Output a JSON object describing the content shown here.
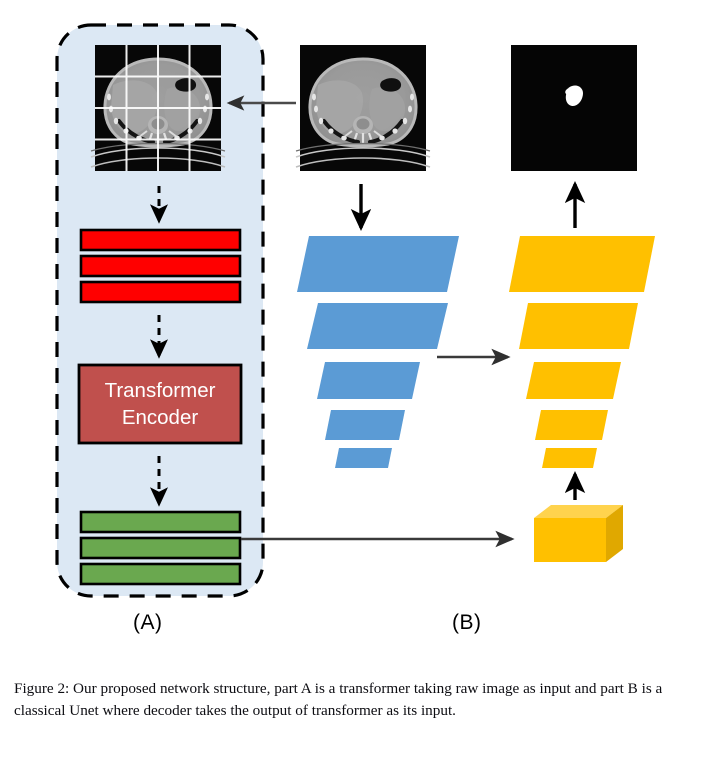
{
  "figure": {
    "caption": "Figure 2: Our proposed network structure, part A is a transformer taking raw image as input and part B is a classical Unet where decoder takes the output of transformer as its input.",
    "panel_a_label": "(A)",
    "panel_b_label": "(B)"
  },
  "panel_a": {
    "name": "transformer-branch",
    "background_color": "#dce8f4",
    "border_style": "dashed",
    "border_color": "#000000",
    "input_image": {
      "name": "ct-slice-with-patch-grid",
      "description": "abdominal CT axial slice overlaid with 4x4 patch grid",
      "grid_rows": 4,
      "grid_cols": 4,
      "grid_color": "#ffffff"
    },
    "embedding_bars": {
      "name": "patch-embedding-bars",
      "count": 3,
      "fill_color": "#ff0000",
      "stroke_color": "#000000"
    },
    "encoder_block": {
      "label_line1": "Transformer",
      "label_line2": "Encoder",
      "fill_color": "#c0504d",
      "stroke_color": "#000000",
      "text_color": "#ffffff"
    },
    "output_bars": {
      "name": "transformer-output-bars",
      "count": 3,
      "fill_color": "#6aa84f",
      "stroke_color": "#000000"
    }
  },
  "panel_b": {
    "name": "unet-branch",
    "input_image": {
      "name": "ct-slice-input",
      "description": "abdominal CT axial slice, raw input"
    },
    "output_image": {
      "name": "segmentation-mask-output",
      "description": "black segmentation mask with small white lesion blob",
      "background_color": "#000000",
      "blob_color": "#ffffff"
    },
    "encoder_stack": {
      "name": "unet-encoder-stack",
      "count": 5,
      "fill_color": "#5b9bd5",
      "widths": [
        150,
        130,
        105,
        78,
        55
      ]
    },
    "decoder_stack": {
      "name": "unet-decoder-stack",
      "count": 5,
      "fill_color": "#ffc000",
      "widths": [
        150,
        130,
        105,
        78,
        55
      ]
    },
    "bottleneck_box": {
      "name": "bottleneck-3d-box",
      "front_color": "#ffc000",
      "top_color": "#ffd34d",
      "side_color": "#e0a800"
    }
  },
  "arrows": {
    "input_to_panel_a": {
      "name": "arrow-input-to-transformer",
      "direction": "left",
      "style": "solid",
      "color": "#444444"
    },
    "patch_to_embedding": {
      "name": "arrow-patches-to-embedding",
      "direction": "down",
      "style": "dashed",
      "color": "#000000"
    },
    "embedding_to_encoder": {
      "name": "arrow-embedding-to-encoder",
      "direction": "down",
      "style": "dashed",
      "color": "#000000"
    },
    "encoder_to_output": {
      "name": "arrow-encoder-to-output-bars",
      "direction": "down",
      "style": "dashed",
      "color": "#000000"
    },
    "transformer_to_bottleneck": {
      "name": "arrow-transformer-to-bottleneck",
      "direction": "right",
      "style": "solid",
      "color": "#3a3a3a"
    },
    "skip_connection": {
      "name": "arrow-skip-connection",
      "direction": "right",
      "style": "solid",
      "color": "#3a3a3a"
    },
    "input_to_encoder": {
      "name": "arrow-input-to-encoder",
      "direction": "down",
      "style": "solid",
      "color": "#000000"
    },
    "decoder_to_output": {
      "name": "arrow-decoder-to-output",
      "direction": "up",
      "style": "solid",
      "color": "#000000"
    },
    "bottleneck_to_decoder": {
      "name": "arrow-bottleneck-to-decoder",
      "direction": "up",
      "style": "solid",
      "color": "#000000"
    }
  }
}
